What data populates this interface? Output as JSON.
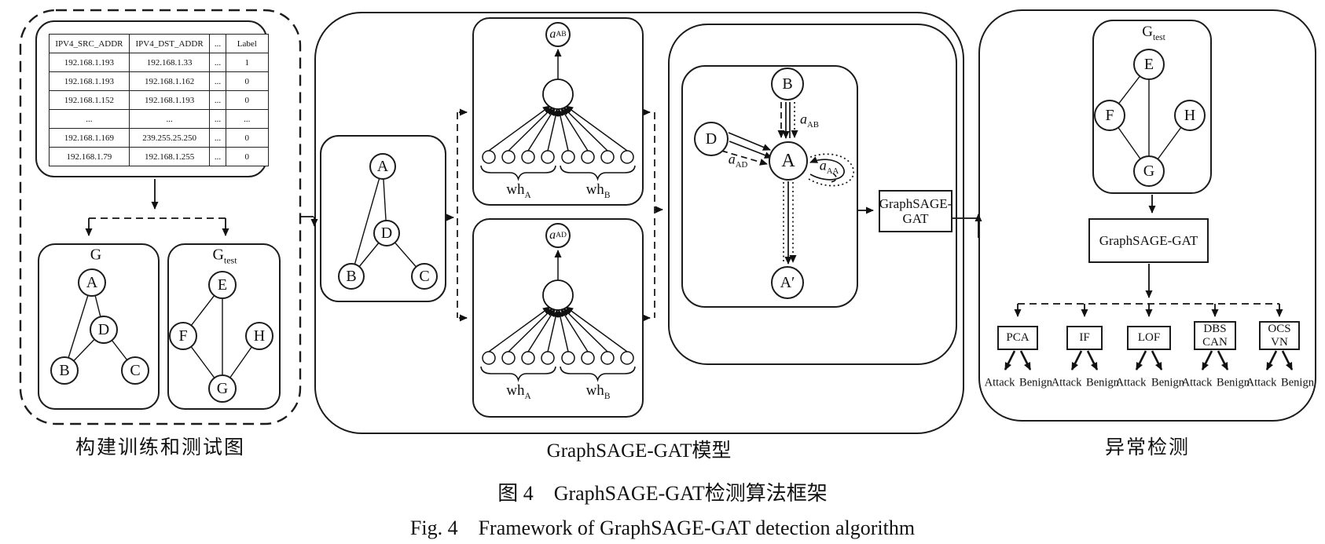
{
  "figure": {
    "caption_zh": "图 4　GraphSAGE-GAT检测算法框架",
    "caption_en": "Fig. 4　Framework of GraphSAGE-GAT detection algorithm"
  },
  "left": {
    "label": "构建训练和测试图",
    "table": {
      "headers": [
        "IPV4_SRC_ADDR",
        "IPV4_DST_ADDR",
        "...",
        "Label"
      ],
      "rows": [
        [
          "192.168.1.193",
          "192.168.1.33",
          "...",
          "1"
        ],
        [
          "192.168.1.193",
          "192.168.1.162",
          "...",
          "0"
        ],
        [
          "192.168.1.152",
          "192.168.1.193",
          "...",
          "0"
        ],
        [
          "...",
          "...",
          "...",
          "..."
        ],
        [
          "192.168.1.169",
          "239.255.25.250",
          "...",
          "0"
        ],
        [
          "192.168.1.79",
          "192.168.1.255",
          "...",
          "0"
        ]
      ]
    },
    "graph_train": {
      "title": "G",
      "nodes": {
        "a": "A",
        "d": "D",
        "b": "B",
        "c": "C"
      }
    },
    "graph_test": {
      "title_base": "G",
      "title_sub": "test",
      "nodes": {
        "e": "E",
        "f": "F",
        "h": "H",
        "g": "G"
      }
    }
  },
  "middle": {
    "label": "GraphSAGE-GAT模型",
    "graph": {
      "nodes": {
        "a": "A",
        "d": "D",
        "b": "B",
        "c": "C"
      }
    },
    "att_top": {
      "coef_base": "a",
      "coef_sub": "AB",
      "wh_left_base": "wh",
      "wh_left_sub": "A",
      "wh_right_base": "wh",
      "wh_right_sub": "B"
    },
    "att_bottom": {
      "coef_base": "a",
      "coef_sub": "AD",
      "wh_left_base": "wh",
      "wh_left_sub": "A",
      "wh_right_base": "wh",
      "wh_right_sub": "B"
    },
    "agg": {
      "node_b": "B",
      "node_d": "D",
      "node_a": "A",
      "node_a_prime": "A′",
      "label_ab_base": "a",
      "label_ab_sub": "AB",
      "label_ad_base": "a",
      "label_ad_sub": "AD",
      "label_aa_base": "a",
      "label_aa_sub": "AA"
    },
    "gat_box_line1": "GraphSAGE-",
    "gat_box_line2": "GAT"
  },
  "right": {
    "label": "异常检测",
    "graph": {
      "title_base": "G",
      "title_sub": "test",
      "nodes": {
        "e": "E",
        "f": "F",
        "h": "H",
        "g": "G"
      }
    },
    "gat_box": "GraphSAGE-GAT",
    "detectors": [
      {
        "line1": "PCA",
        "line2": "",
        "attack": "Attack",
        "benign": "Benign"
      },
      {
        "line1": "IF",
        "line2": "",
        "attack": "Attack",
        "benign": "Benign"
      },
      {
        "line1": "LOF",
        "line2": "",
        "attack": "Attack",
        "benign": "Benign"
      },
      {
        "line1": "DBS",
        "line2": "CAN",
        "attack": "Attack",
        "benign": "Benign"
      },
      {
        "line1": "OCS",
        "line2": "VN",
        "attack": "Attack",
        "benign": "Benign"
      }
    ]
  }
}
